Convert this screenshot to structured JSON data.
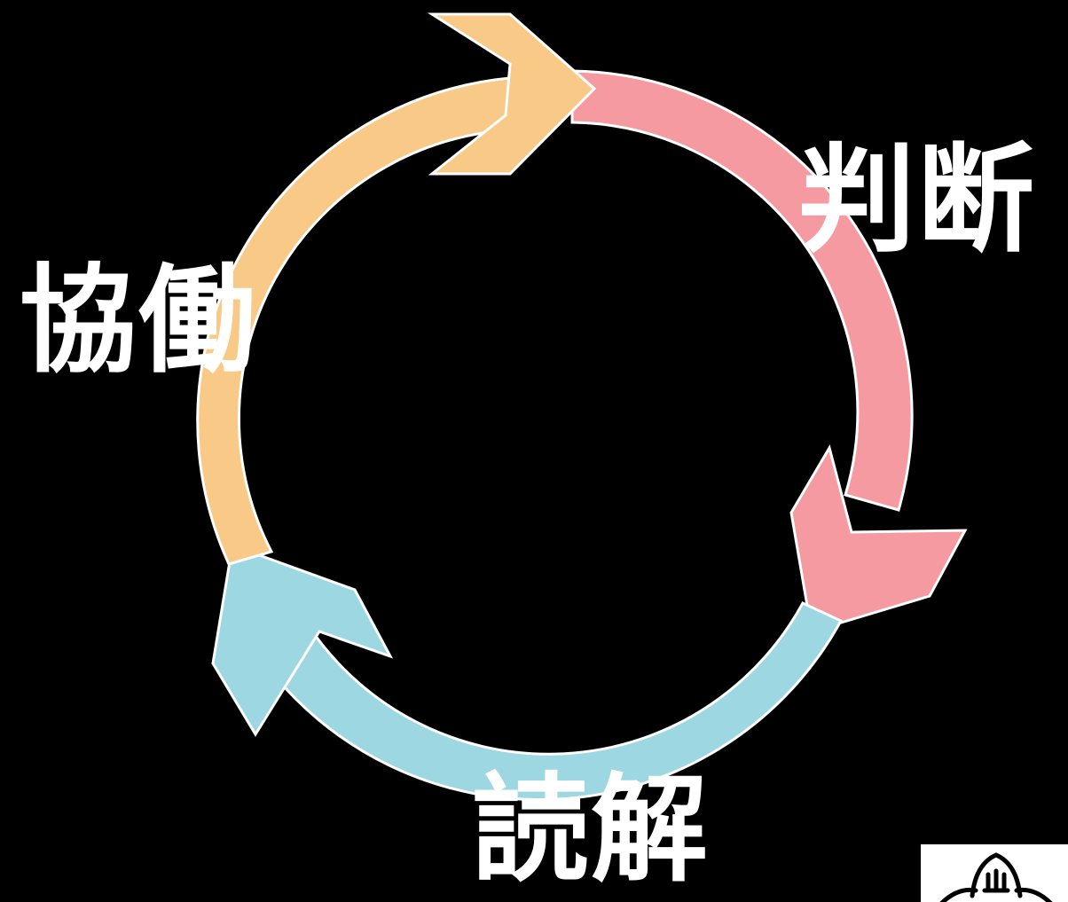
{
  "labels": {
    "judgment": "判断",
    "collaboration": "協働",
    "reading": "読解"
  },
  "colors": {
    "background": "#000000",
    "judgment_arrow": "#f59aa0",
    "reading_arrow": "#9dd7e1",
    "collaboration_arrow": "#f9c987",
    "text": "#ffffff"
  },
  "logo": {
    "name": "school-emblem-icon"
  }
}
